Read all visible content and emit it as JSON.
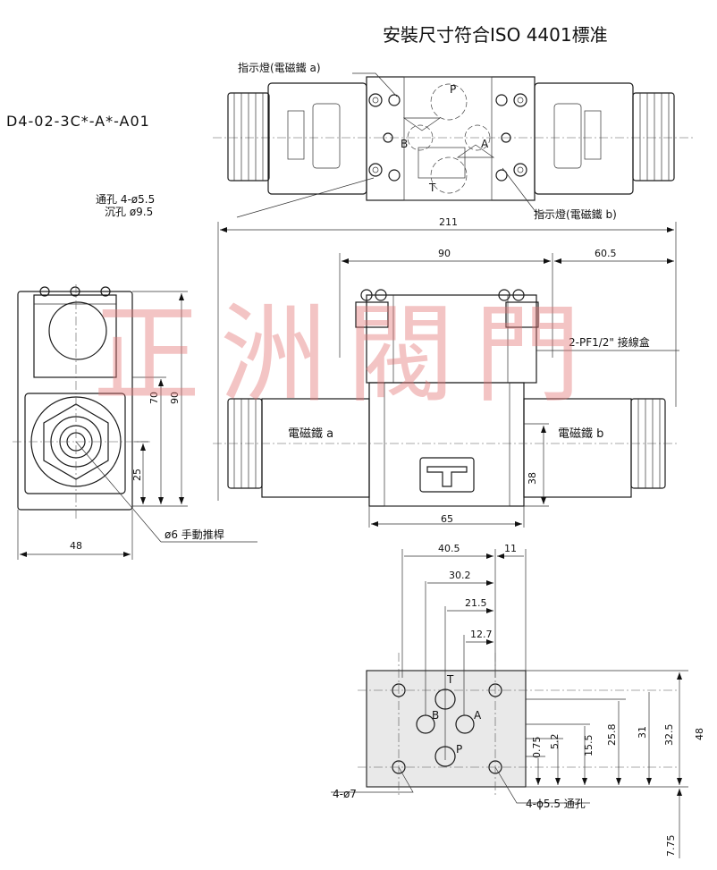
{
  "title": "安裝尺寸符合ISO 4401標准",
  "model": "D4-02-3C*-A*-A01",
  "watermark": "正洲閥門",
  "top_view": {
    "lamp_a": "指示燈(電磁鐵 a)",
    "lamp_b": "指示燈(電磁鐵 b)",
    "hole_through": "通孔 4-ø5.5",
    "hole_counter": "沉孔 ø9.5",
    "port_p": "P",
    "port_t": "T",
    "port_a": "A",
    "port_b": "B"
  },
  "front_view": {
    "dim_total": "211",
    "dim_center": "90",
    "dim_right": "60.5",
    "junction_box": "2-PF1/2\" 接線盒",
    "solenoid_a": "電磁鐵 a",
    "solenoid_b": "電磁鐵 b",
    "dim_body": "65",
    "dim_height": "38"
  },
  "side_view": {
    "dim_width": "48",
    "dim_70": "70",
    "dim_90": "90",
    "dim_25": "25",
    "manual_push": "ø6 手動推桿"
  },
  "mounting": {
    "dim_40_5": "40.5",
    "dim_11": "11",
    "dim_30_2": "30.2",
    "dim_21_5": "21.5",
    "dim_12_7": "12.7",
    "dim_0_75": "0.75",
    "dim_5_2": "5.2",
    "dim_15_5": "15.5",
    "dim_25_8": "25.8",
    "dim_31": "31",
    "dim_32_5": "32.5",
    "dim_48": "48",
    "dim_7_75": "7.75",
    "hole_4_7": "4-ø7",
    "hole_4_5_5": "4-ϕ5.5 通孔",
    "port_t": "T",
    "port_b": "B",
    "port_a": "A",
    "port_p": "P"
  }
}
